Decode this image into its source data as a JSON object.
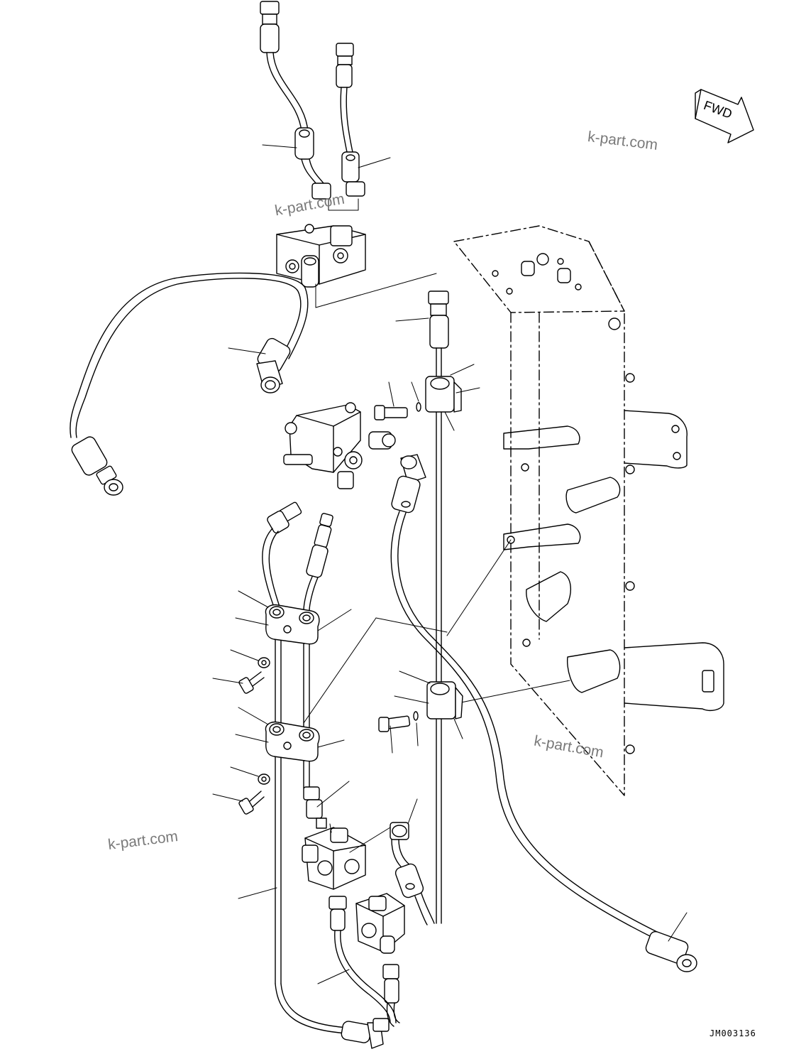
{
  "fwd_label": "FWD",
  "watermarks": [
    "k-part.com",
    "k-part.com",
    "k-part.com",
    "k-part.com"
  ],
  "drawing_code": "JM003136"
}
